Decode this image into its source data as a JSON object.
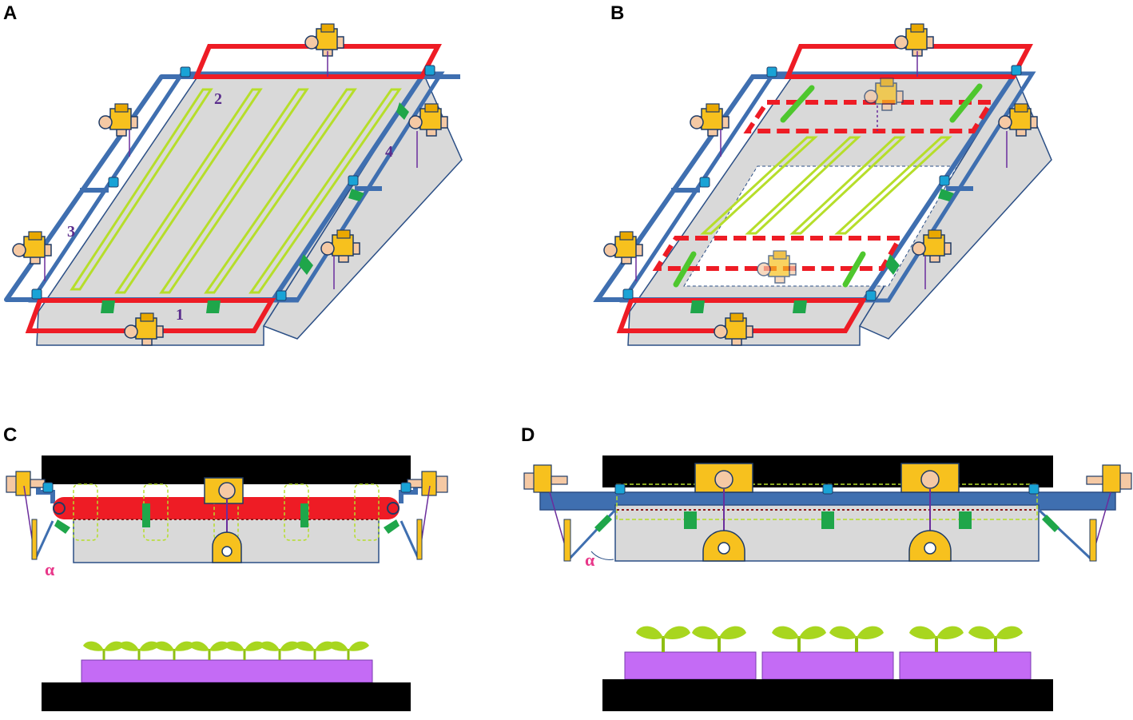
{
  "panels": {
    "a": {
      "letter": "A",
      "labels": {
        "n1": "1",
        "n2": "2",
        "n3": "3",
        "n4": "4"
      }
    },
    "b": {
      "letter": "B"
    },
    "c": {
      "letter": "C",
      "angle": "α"
    },
    "d": {
      "letter": "D",
      "angle": "α"
    }
  },
  "colors": {
    "frame": "#3f6fb0",
    "frame_dark": "#2b4f86",
    "red_rail": "#ee1c25",
    "tray": "#d9d9d9",
    "slot": "#b6de2a",
    "clip": "#1fa64a",
    "motor_body": "#f7c11e",
    "knob": "#f5c9a4",
    "connector": "#19a3d6",
    "substrate": "#c46bf5",
    "plant": "#a8d61f",
    "base": "#000000",
    "arrow": "#4ec72e"
  }
}
